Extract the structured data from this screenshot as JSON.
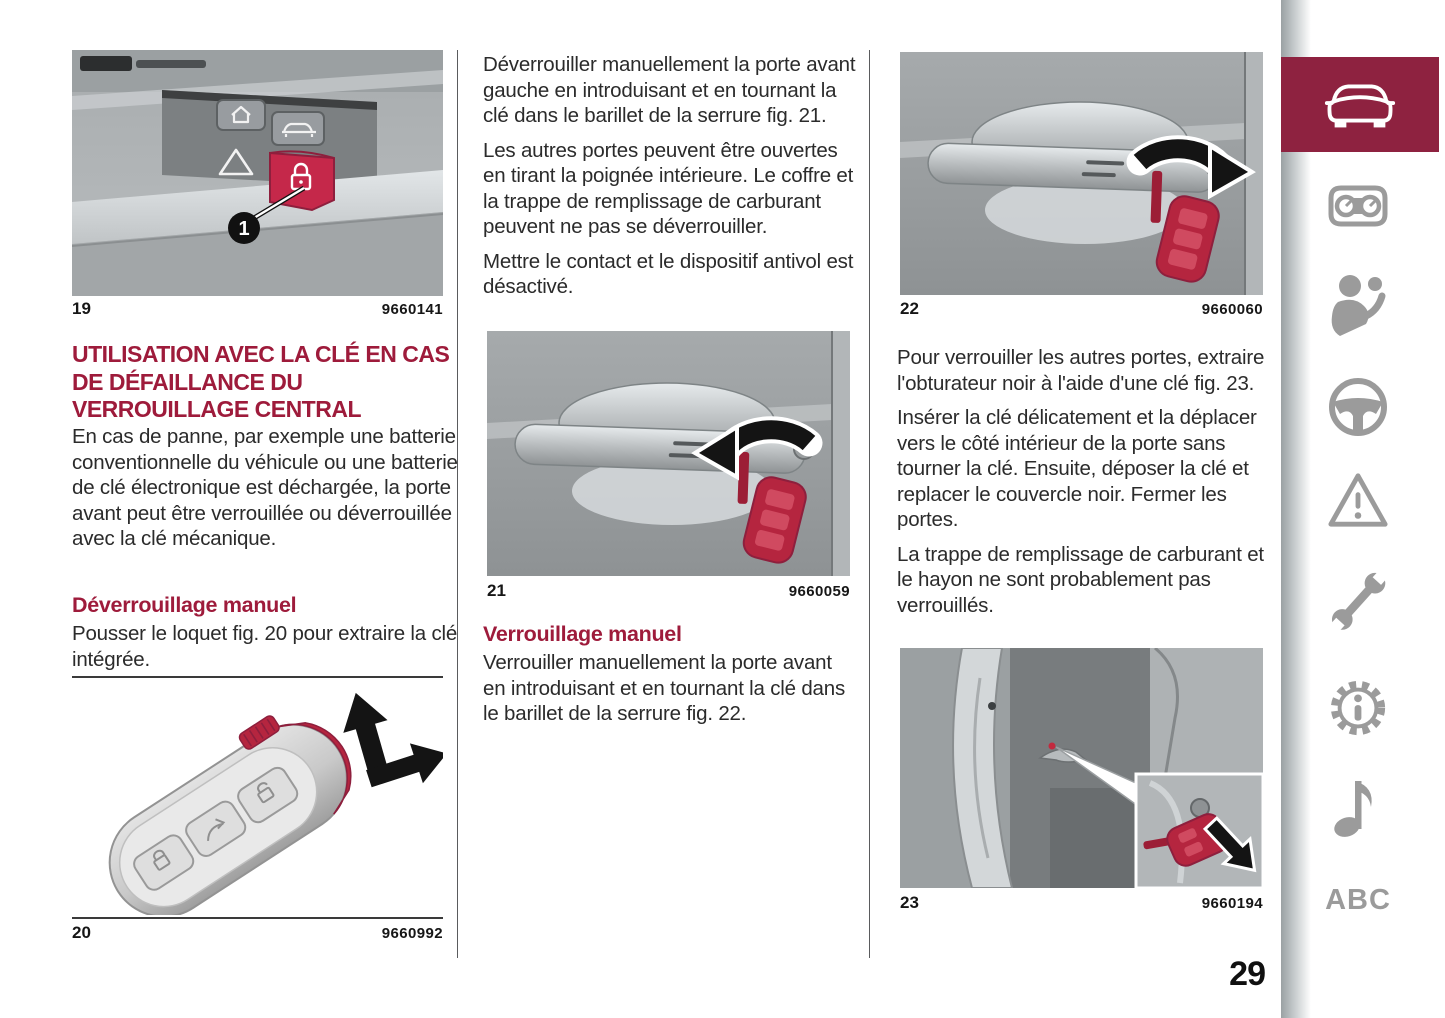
{
  "page": {
    "number": "29",
    "language": "fr"
  },
  "left_column": {
    "heading": "UTILISATION AVEC LA CLÉ EN CAS DE DÉFAILLANCE DU VERROUILLAGE CENTRAL",
    "para1": "En cas de panne, par exemple une batterie conventionnelle du véhicule ou une batterie de clé électronique est déchargée, la porte avant peut être verrouillée ou déverrouillée avec la clé mécanique.",
    "subheading": "Déverrouillage manuel",
    "para2": "Pousser le loquet fig. 20 pour extraire la clé intégrée."
  },
  "middle_column": {
    "para1": "Déverrouiller manuellement la porte avant gauche en introduisant et en tournant la clé dans le barillet de la serrure fig. 21.",
    "para2": "Les autres portes peuvent être ouvertes en tirant la poignée intérieure. Le coffre et la trappe de remplissage de carburant peuvent ne pas se déverrouiller.",
    "para3": "Mettre le contact et le dispositif antivol est désactivé.",
    "subheading": "Verrouillage manuel",
    "para4": "Verrouiller manuellement la porte avant en introduisant et en tournant la clé dans le barillet de la serrure fig. 22."
  },
  "right_column": {
    "para1": "Pour verrouiller les autres portes, extraire l'obturateur noir à l'aide d'une clé fig. 23.",
    "para2": "Insérer la clé délicatement et la déplacer vers le côté intérieur de la porte sans tourner la clé. Ensuite, déposer la clé et replacer le couvercle noir. Fermer les portes.",
    "para3": "La trappe de remplissage de carburant et le hayon ne sont probablement pas verrouillés."
  },
  "figures": {
    "fig19": {
      "label": "19",
      "code": "9660141",
      "callout": "1"
    },
    "fig20": {
      "label": "20",
      "code": "9660992"
    },
    "fig21": {
      "label": "21",
      "code": "9660059"
    },
    "fig22": {
      "label": "22",
      "code": "9660060"
    },
    "fig23": {
      "label": "23",
      "code": "9660194"
    }
  },
  "sidebar": {
    "active_tab": "vehicle",
    "abc_label": "ABC",
    "icons": [
      "car-icon",
      "instrument-cluster-icon",
      "airbag-safety-icon",
      "steering-wheel-icon",
      "warning-triangle-icon",
      "wrench-icon",
      "gear-info-icon",
      "music-note-icon",
      "alphabetical-index"
    ]
  },
  "colors": {
    "heading_red": "#9e1b3b",
    "tab_red": "#8e2240",
    "lock_button_red": "#c5284a",
    "key_red": "#b5253f",
    "icon_gray": "#9b9b9b"
  }
}
